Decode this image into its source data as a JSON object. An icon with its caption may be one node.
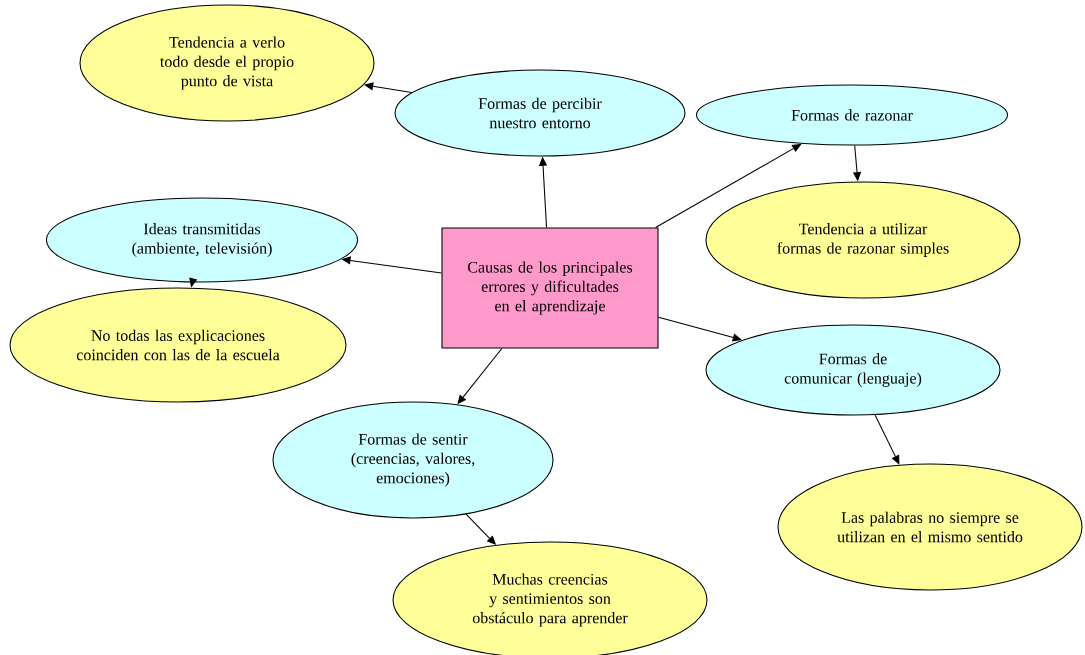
{
  "diagram": {
    "nodes": [
      {
        "text": [
          "Causas de los principales errores y dificultades en el aprendizaje"
        ]
      },
      {
        "text": [
          "Formas de percibir nuestro entorno"
        ]
      },
      {
        "text": [
          "Tendencia a verlo todo desde el propio punto de vista"
        ]
      },
      {
        "text": [
          "Formas de razonar"
        ]
      },
      {
        "text": [
          "Tendencia a utilizar formas de razonar simples"
        ]
      },
      {
        "text": [
          "Ideas transmitidas (ambiente, televisión)"
        ]
      },
      {
        "text": [
          "No todas las explicaciones coinciden con las de la escuela"
        ]
      },
      {
        "text": [
          "Formas de comunicar (lenguaje)"
        ]
      },
      {
        "text": [
          "Formas de sentir (creencias, valores, emociones)"
        ]
      },
      {
        "text": [
          "Las palabras no siempre se utilizan en el mismo sentido"
        ]
      },
      {
        "text": [
          "Muchas creencias y sentimientos son obstáculo para aprender"
        ]
      }
    ],
    "edges": [
      {
        "from": 0,
        "to": 1,
        "arrow": "to"
      },
      {
        "from": 1,
        "to": 2,
        "arrow": "to"
      },
      {
        "from": 0,
        "to": 3,
        "arrow": "to"
      },
      {
        "from": 3,
        "to": 4,
        "arrow": "to"
      },
      {
        "from": 0,
        "to": 5,
        "arrow": "to"
      },
      {
        "from": 5,
        "to": 6,
        "arrow": "to"
      },
      {
        "from": 0,
        "to": 7,
        "arrow": "to"
      },
      {
        "from": 7,
        "to": 9,
        "arrow": "to"
      },
      {
        "from": 0,
        "to": 8,
        "arrow": "to"
      },
      {
        "from": 8,
        "to": 10,
        "arrow": "to"
      }
    ]
  }
}
